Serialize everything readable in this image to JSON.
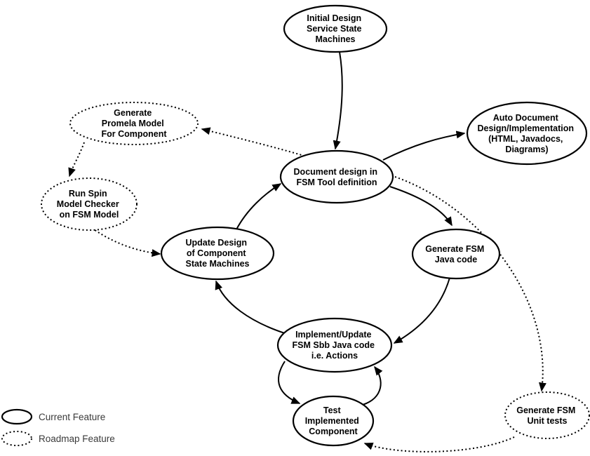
{
  "diagram": {
    "background_color": "#ffffff",
    "line_color": "#000000",
    "nodes": {
      "initial_design": {
        "type": "current",
        "lines": [
          "Initial Design",
          "Service State",
          "Machines"
        ]
      },
      "generate_promela": {
        "type": "roadmap",
        "lines": [
          "Generate",
          "Promela Model",
          "For Component"
        ]
      },
      "auto_document": {
        "type": "current",
        "lines": [
          "Auto Document",
          "Design/Implementation",
          "(HTML, Javadocs,",
          "Diagrams)"
        ]
      },
      "document_design": {
        "type": "current",
        "lines": [
          "Document design in",
          "FSM Tool definition"
        ]
      },
      "run_spin": {
        "type": "roadmap",
        "lines": [
          "Run Spin",
          "Model Checker",
          "on FSM Model"
        ]
      },
      "update_design": {
        "type": "current",
        "lines": [
          "Update Design",
          "of Component",
          "State Machines"
        ]
      },
      "generate_java": {
        "type": "current",
        "lines": [
          "Generate FSM",
          "Java code"
        ]
      },
      "implement_update": {
        "type": "current",
        "lines": [
          "Implement/Update",
          "FSM Sbb Java code",
          "i.e. Actions"
        ]
      },
      "test_component": {
        "type": "current",
        "lines": [
          "Test",
          "Implemented",
          "Component"
        ]
      },
      "generate_unit_tests": {
        "type": "roadmap",
        "lines": [
          "Generate FSM",
          "Unit tests"
        ]
      }
    },
    "edges": [
      {
        "from": "initial_design",
        "to": "document_design",
        "style": "solid"
      },
      {
        "from": "document_design",
        "to": "generate_promela",
        "style": "dotted"
      },
      {
        "from": "generate_promela",
        "to": "run_spin",
        "style": "dotted"
      },
      {
        "from": "run_spin",
        "to": "update_design",
        "style": "dotted"
      },
      {
        "from": "update_design",
        "to": "document_design",
        "style": "solid"
      },
      {
        "from": "document_design",
        "to": "auto_document",
        "style": "solid"
      },
      {
        "from": "document_design",
        "to": "generate_java",
        "style": "solid"
      },
      {
        "from": "generate_java",
        "to": "implement_update",
        "style": "solid"
      },
      {
        "from": "implement_update",
        "to": "update_design",
        "style": "solid"
      },
      {
        "from": "implement_update",
        "to": "test_component",
        "style": "solid"
      },
      {
        "from": "test_component",
        "to": "implement_update",
        "style": "solid"
      },
      {
        "from": "document_design",
        "to": "generate_unit_tests",
        "style": "dotted"
      },
      {
        "from": "generate_unit_tests",
        "to": "test_component",
        "style": "dotted"
      }
    ],
    "legend": {
      "current_label": "Current Feature",
      "roadmap_label": "Roadmap Feature"
    }
  }
}
